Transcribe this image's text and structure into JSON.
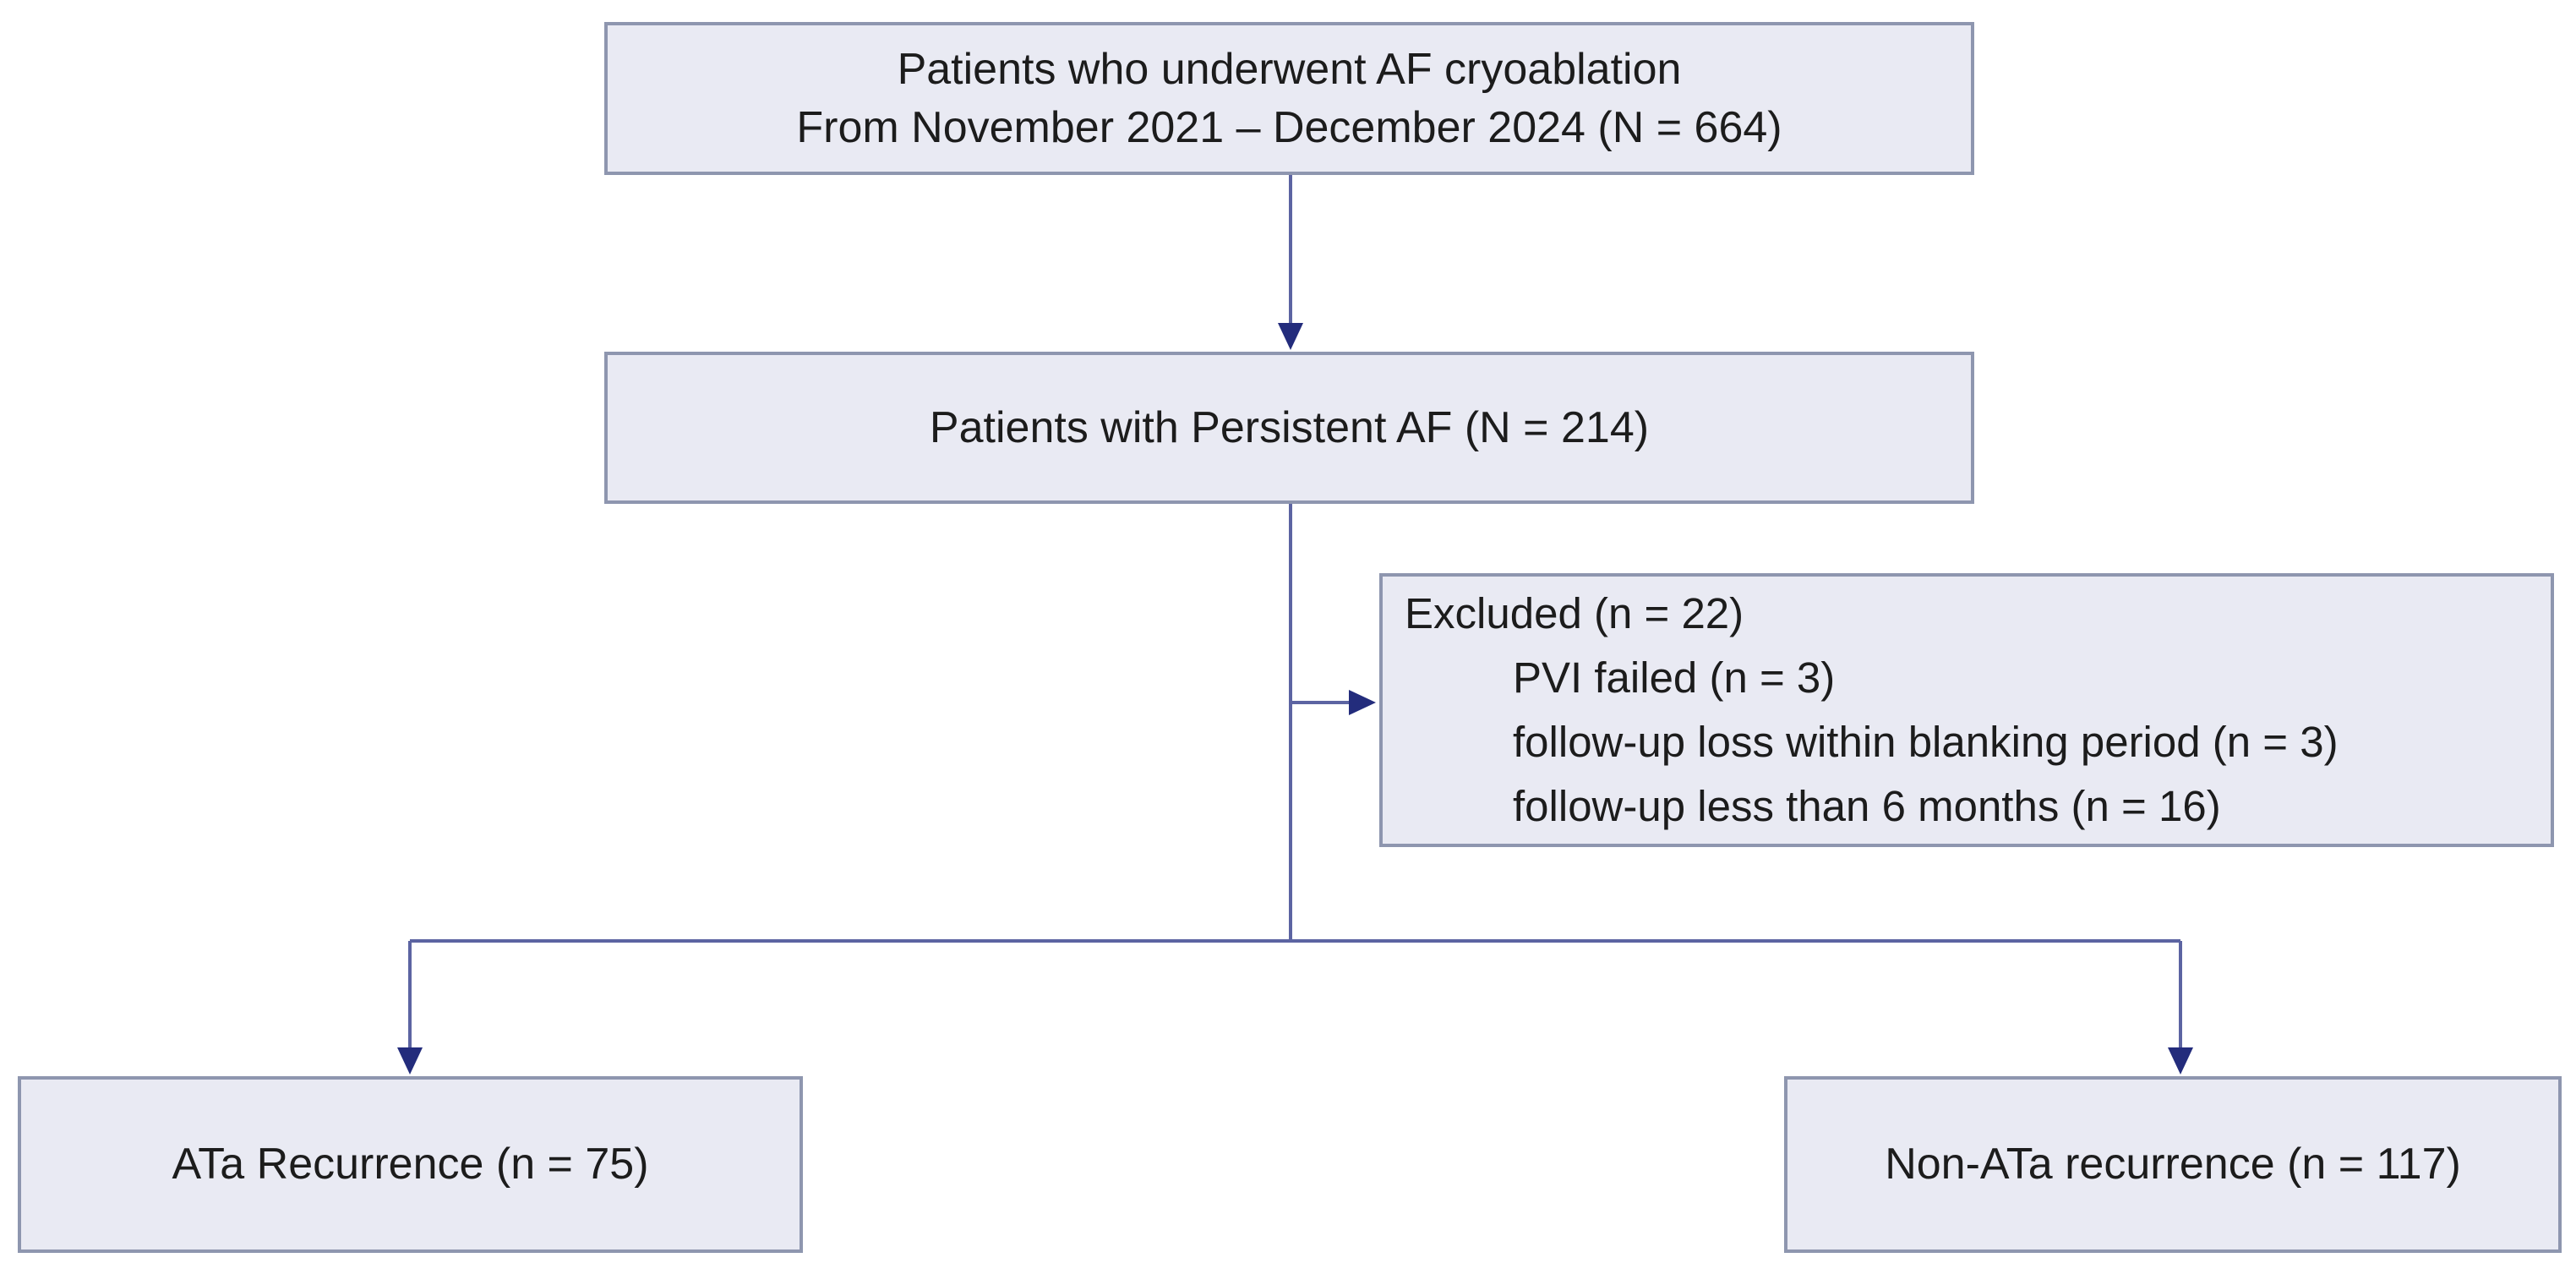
{
  "diagram": {
    "title": "AF cryoablation patient flow diagram",
    "colors": {
      "box_fill": "#e9eaf3",
      "box_border": "#8e96af",
      "connector_line": "#5c64a2",
      "arrowhead": "#232c7c",
      "text": "#1c1c1c",
      "background": "#ffffff"
    },
    "boxes": {
      "enrollment": {
        "line1": "Patients who underwent AF cryoablation",
        "line2": "From November 2021 – December 2024 (N = 664)"
      },
      "persistent": {
        "label": "Patients with Persistent AF (N = 214)"
      },
      "excluded": {
        "title": "Excluded (n = 22)",
        "items": [
          "PVI failed (n = 3)",
          "follow-up loss within blanking period (n = 3)",
          "follow-up less than 6 months (n = 16)"
        ]
      },
      "ata_recurrence": {
        "label": "ATa Recurrence (n = 75)"
      },
      "non_ata_recurrence": {
        "label": "Non-ATa recurrence (n = 117)"
      }
    }
  }
}
